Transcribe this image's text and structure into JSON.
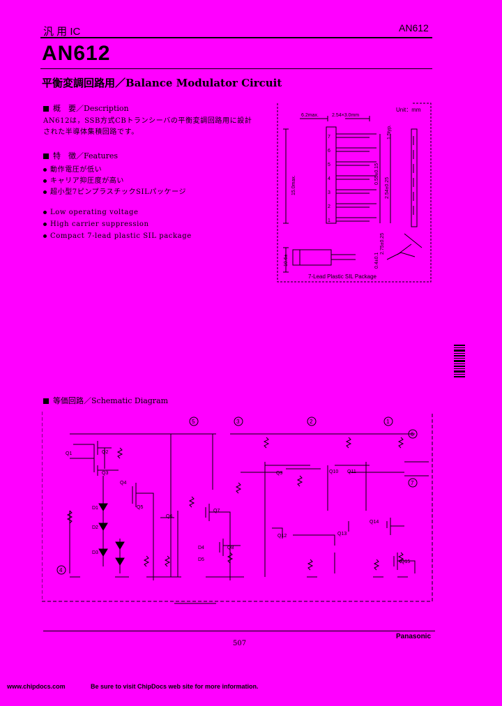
{
  "header": {
    "category": "汎 用 IC",
    "part_number": "AN612"
  },
  "title": {
    "part": "AN612",
    "subtitle": "平衡変調回路用／Balance Modulator Circuit"
  },
  "description": {
    "heading": "概　要／Description",
    "lines": [
      "AN612は，SSB方式CBトランシーバの平衡変調回路用に設計",
      "された半導体集積回路です。"
    ]
  },
  "features": {
    "heading": "特　徴／Features",
    "jp_items": [
      "動作電圧が低い",
      "キャリア抑圧度が高い",
      "超小型7ピンプラスチックSILパッケージ"
    ],
    "en_items": [
      "Low operating voltage",
      "High carrier suppression",
      "Compact 7-lead plastic SIL package"
    ]
  },
  "package": {
    "unit": "Unit：mm",
    "dims": [
      "6.2max.",
      "2.54×3.0mm",
      "15.0max.",
      "0.55±0.15",
      "2.54±0.25",
      "10.6±",
      "2.75±0.25",
      "0.4±0.1",
      "1.5typ."
    ],
    "pins": [
      "7",
      "6",
      "5",
      "4",
      "3",
      "2",
      "1"
    ],
    "caption": "7-Lead Plastic SIL Package"
  },
  "schematic": {
    "heading": "等価回路／Schematic Diagram",
    "top_nodes": [
      "5",
      "3",
      "2",
      "1"
    ],
    "right_nodes": [
      "6",
      "7"
    ],
    "left_node": "4",
    "transistors": [
      "Q1",
      "Q2",
      "Q3",
      "Q4",
      "Q5",
      "Q6",
      "Q7",
      "Q8",
      "Q9",
      "Q10",
      "Q11",
      "Q12",
      "Q13",
      "Q14",
      "Q15"
    ],
    "diodes": [
      "D1",
      "D2",
      "D3",
      "D4",
      "D5"
    ]
  },
  "footer": {
    "page": "507",
    "brand": "Panasonic",
    "site": "www.chipdocs.com",
    "note": "Be sure to visit ChipDocs web site for more information."
  }
}
